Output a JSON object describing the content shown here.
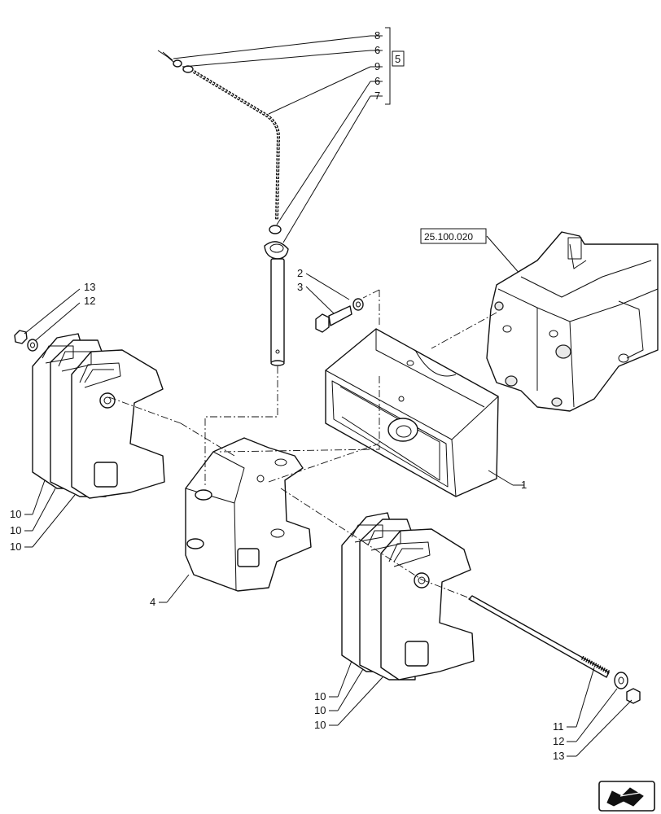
{
  "callouts": {
    "c8": "8",
    "c6a": "6",
    "c9": "9",
    "c6b": "6",
    "c7": "7",
    "c5": "5",
    "c2": "2",
    "c3": "3",
    "c13a": "13",
    "c12a": "12",
    "c1": "1",
    "c4": "4",
    "c10a": "10",
    "c10b": "10",
    "c10c": "10",
    "c10d": "10",
    "c10e": "10",
    "c10f": "10",
    "c11": "11",
    "c12b": "12",
    "c13b": "13"
  },
  "reference": {
    "label": "25.100.020"
  },
  "icons": {
    "nav": "arrow-nav-icon"
  }
}
